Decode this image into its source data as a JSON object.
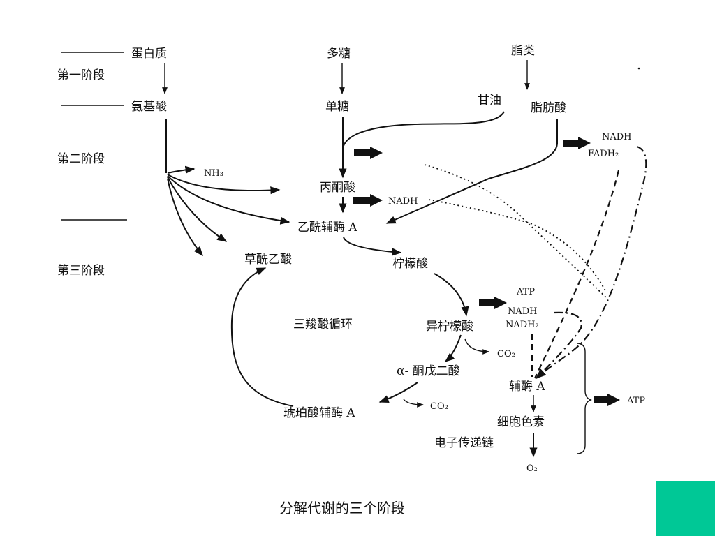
{
  "colors": {
    "background": "#ffffff",
    "ink": "#111111",
    "accent_block": "#00c896"
  },
  "stages": {
    "stage1": "第一阶段",
    "stage2": "第二阶段",
    "stage3": "第三阶段"
  },
  "nodes": {
    "protein": "蛋白质",
    "amino_acid": "氨基酸",
    "polysaccharide": "多糖",
    "monosaccharide": "单糖",
    "lipid": "脂类",
    "glycerol": "甘油",
    "fatty_acid": "脂肪酸",
    "pyruvate": "丙酮酸",
    "acetyl_coa": "乙酰辅酶 A",
    "oxaloacetate": "草酰乙酸",
    "citrate": "柠檬酸",
    "tca_cycle": "三羧酸循环",
    "isocitrate": "异柠檬酸",
    "alpha_ketoglutarate": "α- 酮戊二酸",
    "succinyl_coa": "琥珀酸辅酶 A",
    "coenzyme_a": "辅酶 A",
    "cytochrome": "细胞色素",
    "electron_chain": "电子传递链"
  },
  "products": {
    "nh3": "NH₃",
    "nadh_fatty": "NADH",
    "fadh2": "FADH₂",
    "nadh_pyruvate": "NADH",
    "atp_cycle": "ATP",
    "nadh_cycle": "NADH",
    "nadh2_cycle": "NADH₂",
    "co2_isocitrate": "CO₂",
    "co2_succinyl": "CO₂",
    "atp_final": "ATP",
    "o2": "O₂"
  },
  "caption": "分解代谢的三个阶段"
}
